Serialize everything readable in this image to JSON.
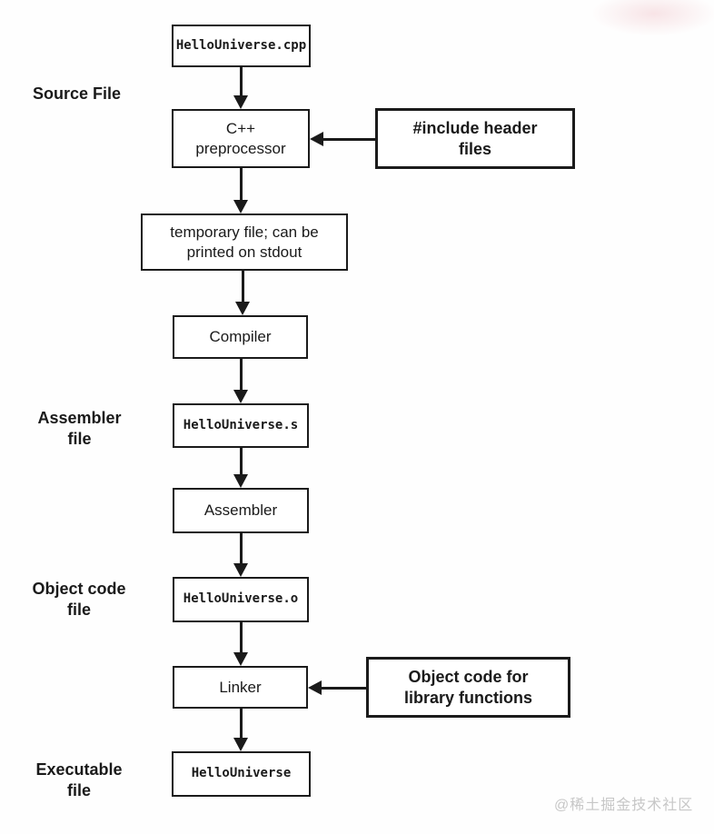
{
  "diagram": {
    "title_hint": "C++ compilation process flowchart",
    "colors": {
      "line": "#1a1a1a",
      "box_background": "#ffffff",
      "text": "#1a1a1a",
      "watermark": "#c7c7c7"
    },
    "nodes": {
      "cpp": {
        "label": "HelloUniverse.cpp"
      },
      "preprocessor": {
        "label": "C++\npreprocessor"
      },
      "include": {
        "label": "#include header\nfiles"
      },
      "temp": {
        "label": "temporary file; can be\nprinted on stdout"
      },
      "compiler": {
        "label": "Compiler"
      },
      "asm_file": {
        "label": "HelloUniverse.s"
      },
      "assembler": {
        "label": "Assembler"
      },
      "obj_file": {
        "label": "HelloUniverse.o"
      },
      "linker": {
        "label": "Linker"
      },
      "lib_obj": {
        "label": "Object code for\nlibrary functions"
      },
      "exe": {
        "label": "HelloUniverse"
      }
    },
    "side_labels": {
      "source_file": "Source File",
      "assembler_file": "Assembler\nfile",
      "object_code_file": "Object code\nfile",
      "executable_file": "Executable\nfile"
    },
    "edges": [
      "cpp -> preprocessor",
      "include -> preprocessor",
      "preprocessor -> temp",
      "temp -> compiler",
      "compiler -> asm_file",
      "asm_file -> assembler",
      "assembler -> obj_file",
      "obj_file -> linker",
      "lib_obj -> linker",
      "linker -> exe"
    ]
  },
  "watermark": {
    "text": "@稀土掘金技术社区"
  }
}
